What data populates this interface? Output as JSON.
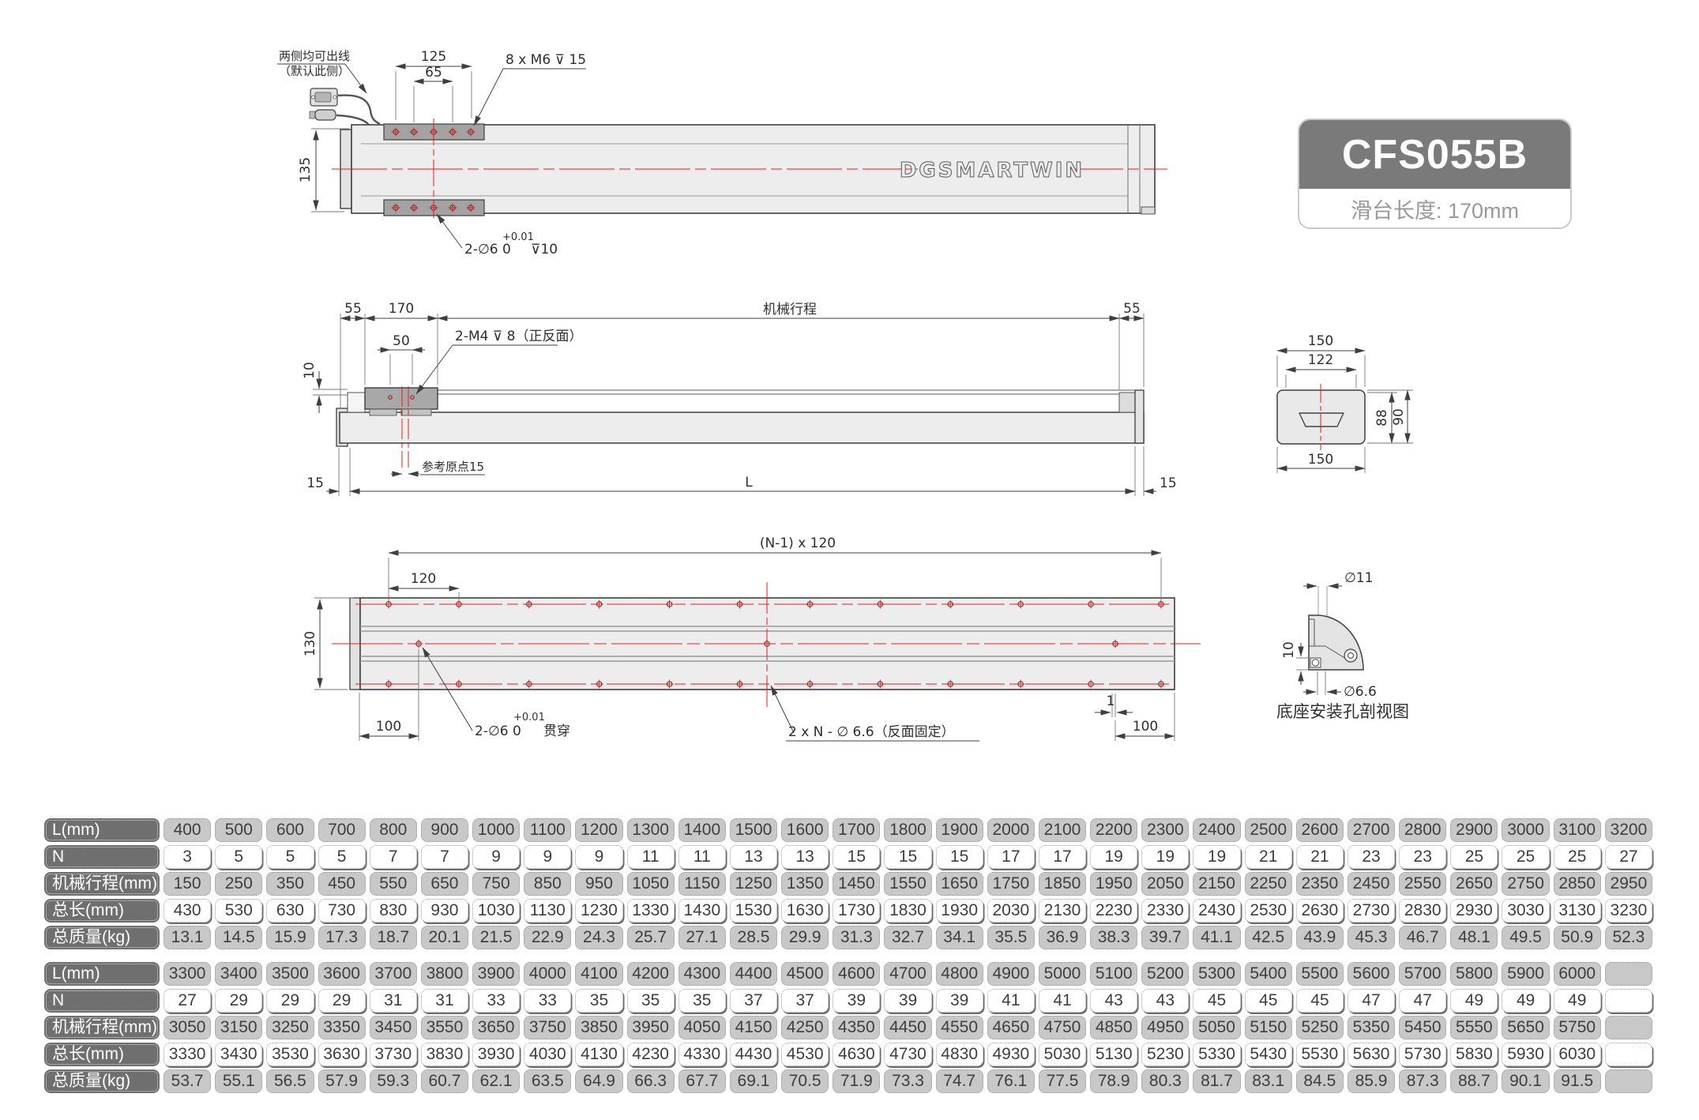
{
  "badge": {
    "model": "CFS055B",
    "subtitle": "滑台长度: 170mm"
  },
  "logo_text": "DGSMARTWIN",
  "colors": {
    "accent_red": "#e02020",
    "header_gray": "#6f6f6f",
    "cell_gray": "#c8c8c8",
    "badge_gray": "#7a7a7a",
    "line": "#3f3f3f",
    "body_fill": "#ededed",
    "plate_fill": "#a3a3a3"
  },
  "views": {
    "top": {
      "cable_note1": "两侧均可出线",
      "cable_note2": "（默认此侧）",
      "dim_width_outer": "125",
      "dim_width_inner": "65",
      "thread_callout": "8 x M6 ⊽ 15",
      "dim_height": "135",
      "pin_prefix": "2-∅6 0",
      "pin_tol": "+0.01",
      "pin_suffix": "⊽10"
    },
    "side": {
      "dim_left_55": "55",
      "dim_slider_170": "170",
      "stroke_label": "机械行程",
      "dim_right_55": "55",
      "dim_m4_span": "50",
      "m4_callout": "2-M4 ⊽ 8（正反面）",
      "dim_10": "10",
      "dim_left_15": "15",
      "origin_note": "参考原点15",
      "dim_L": "L",
      "dim_right_15": "15"
    },
    "section": {
      "dim_top_150": "150",
      "dim_inner_122": "122",
      "dim_88": "88",
      "dim_90": "90",
      "dim_bottom_150": "150"
    },
    "bottom": {
      "dim_pitch_total": "(N-1) x 120",
      "dim_pitch_120": "120",
      "dim_width_130": "130",
      "dim_100_left": "100",
      "pin_prefix": "2-∅6 0",
      "pin_tol": "+0.01",
      "pin_suffix": "贯穿",
      "hole_callout": "2 x N - ∅ 6.6（反面固定）",
      "dim_1": "1",
      "dim_100_right": "100"
    },
    "detail": {
      "dim_d11": "∅11",
      "dim_10": "10",
      "dim_d66": "∅6.6",
      "caption": "底座安装孔剖视图"
    }
  },
  "tables": [
    {
      "rows": [
        {
          "header": "L(mm)",
          "shade": "gray",
          "values": [
            "400",
            "500",
            "600",
            "700",
            "800",
            "900",
            "1000",
            "1100",
            "1200",
            "1300",
            "1400",
            "1500",
            "1600",
            "1700",
            "1800",
            "1900",
            "2000",
            "2100",
            "2200",
            "2300",
            "2400",
            "2500",
            "2600",
            "2700",
            "2800",
            "2900",
            "3000",
            "3100",
            "3200"
          ]
        },
        {
          "header": "N",
          "shade": "white",
          "values": [
            "3",
            "5",
            "5",
            "5",
            "7",
            "7",
            "9",
            "9",
            "9",
            "11",
            "11",
            "13",
            "13",
            "15",
            "15",
            "15",
            "17",
            "17",
            "19",
            "19",
            "19",
            "21",
            "21",
            "23",
            "23",
            "25",
            "25",
            "25",
            "27"
          ]
        },
        {
          "header": "机械行程(mm)",
          "shade": "gray",
          "values": [
            "150",
            "250",
            "350",
            "450",
            "550",
            "650",
            "750",
            "850",
            "950",
            "1050",
            "1150",
            "1250",
            "1350",
            "1450",
            "1550",
            "1650",
            "1750",
            "1850",
            "1950",
            "2050",
            "2150",
            "2250",
            "2350",
            "2450",
            "2550",
            "2650",
            "2750",
            "2850",
            "2950"
          ]
        },
        {
          "header": "总长(mm)",
          "shade": "white",
          "values": [
            "430",
            "530",
            "630",
            "730",
            "830",
            "930",
            "1030",
            "1130",
            "1230",
            "1330",
            "1430",
            "1530",
            "1630",
            "1730",
            "1830",
            "1930",
            "2030",
            "2130",
            "2230",
            "2330",
            "2430",
            "2530",
            "2630",
            "2730",
            "2830",
            "2930",
            "3030",
            "3130",
            "3230"
          ]
        },
        {
          "header": "总质量(kg)",
          "shade": "gray",
          "values": [
            "13.1",
            "14.5",
            "15.9",
            "17.3",
            "18.7",
            "20.1",
            "21.5",
            "22.9",
            "24.3",
            "25.7",
            "27.1",
            "28.5",
            "29.9",
            "31.3",
            "32.7",
            "34.1",
            "35.5",
            "36.9",
            "38.3",
            "39.7",
            "41.1",
            "42.5",
            "43.9",
            "45.3",
            "46.7",
            "48.1",
            "49.5",
            "50.9",
            "52.3"
          ]
        }
      ]
    },
    {
      "rows": [
        {
          "header": "L(mm)",
          "shade": "gray",
          "values": [
            "3300",
            "3400",
            "3500",
            "3600",
            "3700",
            "3800",
            "3900",
            "4000",
            "4100",
            "4200",
            "4300",
            "4400",
            "4500",
            "4600",
            "4700",
            "4800",
            "4900",
            "5000",
            "5100",
            "5200",
            "5300",
            "5400",
            "5500",
            "5600",
            "5700",
            "5800",
            "5900",
            "6000",
            ""
          ]
        },
        {
          "header": "N",
          "shade": "white",
          "values": [
            "27",
            "29",
            "29",
            "29",
            "31",
            "31",
            "33",
            "33",
            "35",
            "35",
            "35",
            "37",
            "37",
            "39",
            "39",
            "39",
            "41",
            "41",
            "43",
            "43",
            "45",
            "45",
            "45",
            "47",
            "47",
            "49",
            "49",
            "49",
            ""
          ]
        },
        {
          "header": "机械行程(mm)",
          "shade": "gray",
          "values": [
            "3050",
            "3150",
            "3250",
            "3350",
            "3450",
            "3550",
            "3650",
            "3750",
            "3850",
            "3950",
            "4050",
            "4150",
            "4250",
            "4350",
            "4450",
            "4550",
            "4650",
            "4750",
            "4850",
            "4950",
            "5050",
            "5150",
            "5250",
            "5350",
            "5450",
            "5550",
            "5650",
            "5750",
            ""
          ]
        },
        {
          "header": "总长(mm)",
          "shade": "white",
          "values": [
            "3330",
            "3430",
            "3530",
            "3630",
            "3730",
            "3830",
            "3930",
            "4030",
            "4130",
            "4230",
            "4330",
            "4430",
            "4530",
            "4630",
            "4730",
            "4830",
            "4930",
            "5030",
            "5130",
            "5230",
            "5330",
            "5430",
            "5530",
            "5630",
            "5730",
            "5830",
            "5930",
            "6030",
            ""
          ]
        },
        {
          "header": "总质量(kg)",
          "shade": "gray",
          "values": [
            "53.7",
            "55.1",
            "56.5",
            "57.9",
            "59.3",
            "60.7",
            "62.1",
            "63.5",
            "64.9",
            "66.3",
            "67.7",
            "69.1",
            "70.5",
            "71.9",
            "73.3",
            "74.7",
            "76.1",
            "77.5",
            "78.9",
            "80.3",
            "81.7",
            "83.1",
            "84.5",
            "85.9",
            "87.3",
            "88.7",
            "90.1",
            "91.5",
            ""
          ]
        }
      ]
    }
  ]
}
